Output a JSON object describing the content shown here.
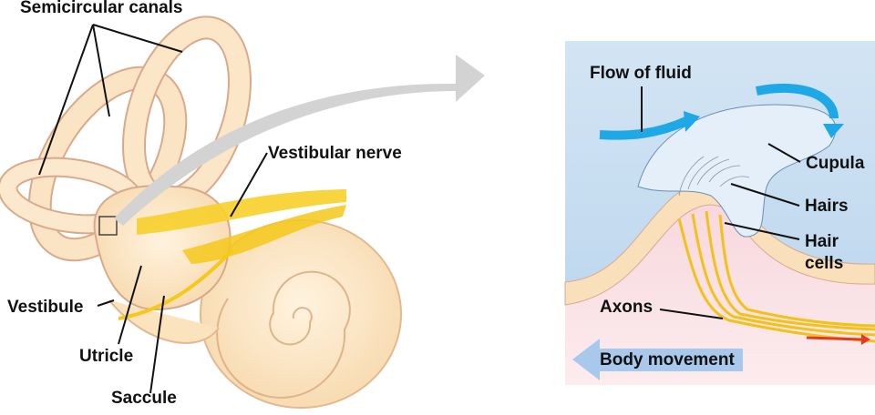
{
  "figure": {
    "left_panel": {
      "title": "Inner ear (vestibular apparatus)",
      "labels": {
        "semicircular_canals": "Semicircular canals",
        "vestibular_nerve": "Vestibular nerve",
        "vestibule": "Vestibule",
        "utricle": "Utricle",
        "saccule": "Saccule"
      }
    },
    "right_panel": {
      "labels": {
        "flow_of_fluid": "Flow of fluid",
        "cupula": "Cupula",
        "hairs": "Hairs",
        "hair_cells_line1": "Hair",
        "hair_cells_line2": "cells",
        "axons": "Axons",
        "body_movement": "Body movement"
      }
    },
    "colors": {
      "tissue": "#f8ddb4",
      "tissue_outline": "#d9a98c",
      "nerve": "#f5c81a",
      "fluid_blue": "#c9def0",
      "cupula": "#e3eef8",
      "flow_arrow": "#1ea8e6",
      "body_arrow": "#a9c9ec",
      "pink_tissue": "#fbe4e6",
      "signal_arrow": "#e53a1f",
      "zoom_arrow": "#d3d3d3"
    }
  }
}
